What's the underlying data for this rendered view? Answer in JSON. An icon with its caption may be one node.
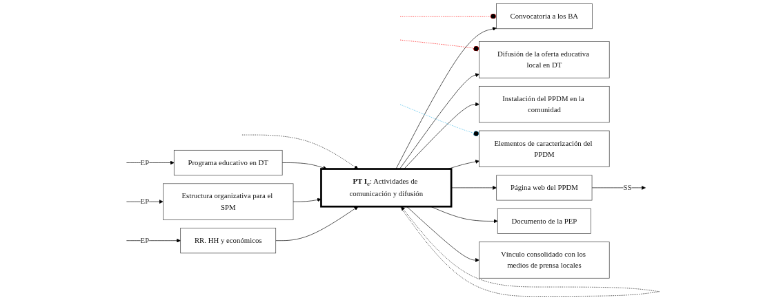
{
  "diagram": {
    "nodes": [
      {
        "text": [
          "RR. HH y económicos"
        ]
      },
      {
        "text": [
          "Estructura organizativa para el SPM"
        ]
      },
      {
        "text": [
          "Programa educativo en DT"
        ]
      },
      {
        "text": [
          "**PT I**$_{e}$: Actividades de comunicación y difusión"
        ]
      },
      {
        "text": [
          "Convocatoria a los BA"
        ]
      },
      {
        "text": [
          "Difusión de la oferta educativa local en DT"
        ]
      },
      {
        "text": [
          "Instalación del PPDM en la comunidad"
        ]
      },
      {
        "text": [
          "Elementos de caracterización del PPDM"
        ]
      },
      {
        "text": [
          "Página web del PPDM"
        ]
      },
      {
        "text": [
          "Documento de la PEP"
        ]
      },
      {
        "text": [
          "Vínculo consolidado con los medios de prensa locales"
        ]
      }
    ],
    "edges": [
      {
        "from": null,
        "to": 0,
        "arrow": "to",
        "label": "EP"
      },
      {
        "from": null,
        "to": 1,
        "arrow": "to",
        "label": "EP"
      },
      {
        "from": null,
        "to": 2,
        "arrow": "to",
        "label": "EP"
      },
      {
        "from": 0,
        "to": 3,
        "arrow": "to"
      },
      {
        "from": 1,
        "to": 3,
        "arrow": "to"
      },
      {
        "from": 2,
        "to": 3,
        "arrow": "to"
      },
      {
        "from": null,
        "to": 3,
        "arrow": "to",
        "style": "dashed"
      },
      {
        "from": 3,
        "to": 3,
        "arrow": "to",
        "style": "dashed"
      },
      {
        "from": 3,
        "to": 4,
        "arrow": "to"
      },
      {
        "from": 3,
        "to": 5,
        "arrow": "to"
      },
      {
        "from": 3,
        "to": 6,
        "arrow": "to"
      },
      {
        "from": 3,
        "to": 7,
        "arrow": "to"
      },
      {
        "from": 3,
        "to": 8,
        "arrow": "to"
      },
      {
        "from": 3,
        "to": 9,
        "arrow": "to"
      },
      {
        "from": 3,
        "to": 10,
        "arrow": "to"
      },
      {
        "from": null,
        "to": 4,
        "arrow": "other",
        "style": "dashed",
        "color": "#ff0000"
      },
      {
        "from": null,
        "to": 5,
        "arrow": "other",
        "style": "dashed",
        "color": "#ff0000"
      },
      {
        "from": null,
        "to": 7,
        "arrow": "other",
        "style": "dashed",
        "color": "#33b5e5"
      },
      {
        "from": 8,
        "to": null,
        "arrow": "to",
        "label": "SS"
      }
    ]
  }
}
